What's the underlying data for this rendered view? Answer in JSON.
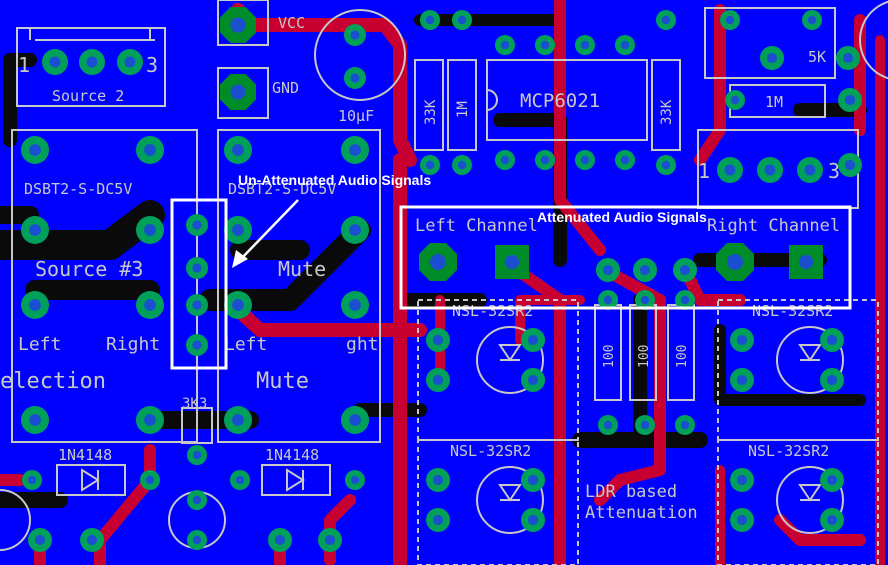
{
  "annotations": {
    "unattenuated": "Un-Attenuated Audio Signals",
    "attenuated": "Attenuated Audio Signals"
  },
  "labels": {
    "source2": "Source 2",
    "pin1": "1",
    "pin3": "3",
    "vcc": "VCC",
    "gnd": "GND",
    "cap": "10µF",
    "r33k_left": "33K",
    "r1m_left": "1M",
    "opamp": "MCP6021",
    "r33k_right": "33K",
    "pot": "5K",
    "r1m_right": "1M",
    "pin1b": "1",
    "pin3b": "3",
    "relay_left": "DSBT2-S-DC5V",
    "relay_mid": "DSBT2-S-DC5V",
    "source3": "Source #3",
    "left": "Left",
    "right": "Right",
    "mute": "Mute",
    "left_mid": "Left",
    "right_mid": "ght",
    "selection": "election",
    "mute_mid": "Mute",
    "left_channel": "Left Channel",
    "right_channel": "Right Channel",
    "nsl_1": "NSL-32SR2",
    "nsl_2": "NSL-32SR2",
    "nsl_3": "NSL-32SR2",
    "nsl_4": "NSL-32SR2",
    "r100_1": "100",
    "r100_2": "100",
    "r100_3": "100",
    "r3k3": "3K3",
    "diode_left": "1N4148",
    "diode_mid": "1N4148",
    "ldr_1": "LDR based",
    "ldr_2": "Attenuation"
  },
  "colors": {
    "board": "#0000ff",
    "trace_top": "#c80032",
    "trace_bottom": "#0a0a0a",
    "pad": "#008c28",
    "via": "#00a05a",
    "silk": "#c8c8c8",
    "note": "#ffffff"
  }
}
